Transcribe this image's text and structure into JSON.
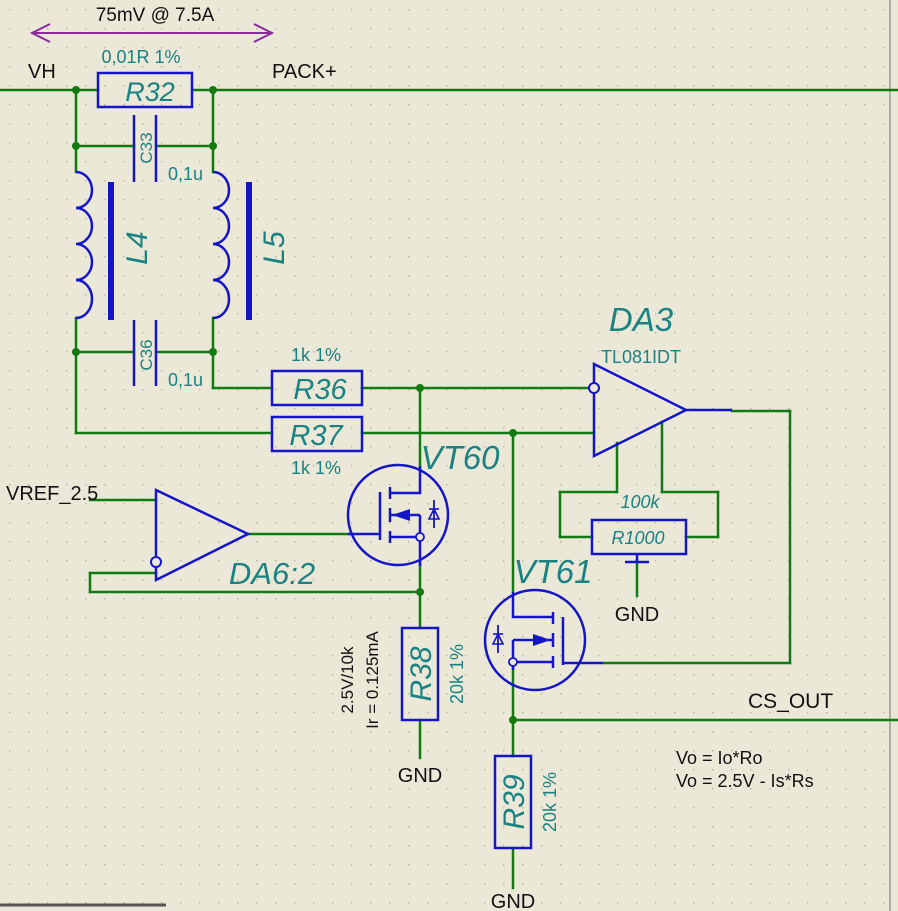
{
  "annotations": {
    "dimension": "75mV @ 7.5A",
    "formula_line1": "Vo = Io*Ro",
    "formula_line2": "Vo = 2.5V - Is*Rs",
    "r38_note_line1": "2.5V/10k",
    "r38_note_line2": "Ir = 0.125mA"
  },
  "nets": {
    "vh": "VH",
    "pack_plus": "PACK+",
    "vref": "VREF_2.5",
    "cs_out": "CS_OUT",
    "gnd": "GND"
  },
  "components": {
    "r32": {
      "ref": "R32",
      "value": "0,01R 1%"
    },
    "c33": {
      "ref": "C33",
      "value": "0,1u"
    },
    "c36": {
      "ref": "C36",
      "value": "0,1u"
    },
    "l4": {
      "ref": "L4"
    },
    "l5": {
      "ref": "L5"
    },
    "r36": {
      "ref": "R36",
      "value": "1k 1%"
    },
    "r37": {
      "ref": "R37",
      "value": "1k 1%"
    },
    "da3": {
      "ref": "DA3",
      "part": "TL081IDT"
    },
    "r1000": {
      "ref": "R1000",
      "value": "100k"
    },
    "vt60": {
      "ref": "VT60"
    },
    "vt61": {
      "ref": "VT61"
    },
    "da6": {
      "ref": "DA6:2"
    },
    "r38": {
      "ref": "R38",
      "value": "20k 1%"
    },
    "r39": {
      "ref": "R39",
      "value": "20k 1%"
    }
  },
  "colors": {
    "background": "#ece8d8",
    "grid_dot": "#b4b0a0",
    "wire": "#117a11",
    "symbol": "#1515c8",
    "ref_text": "#1a8282",
    "note_text": "#111111",
    "dimension": "#8b2a9b",
    "junction": "#117a11"
  }
}
